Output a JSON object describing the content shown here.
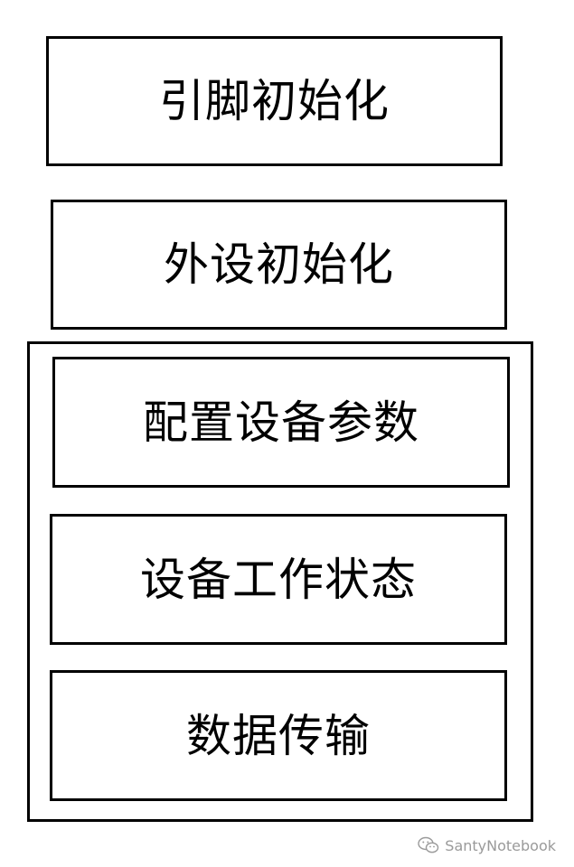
{
  "steps": {
    "pin_init": "引脚初始化",
    "peripheral_init": "外设初始化",
    "config_params": "配置设备参数",
    "work_state": "设备工作状态",
    "data_transfer": "数据传输"
  },
  "watermark": {
    "text": "SantyNotebook",
    "icon": "wechat-icon"
  },
  "colors": {
    "stroke": "#000000",
    "background": "#ffffff",
    "watermark": "#9a9a9a"
  }
}
